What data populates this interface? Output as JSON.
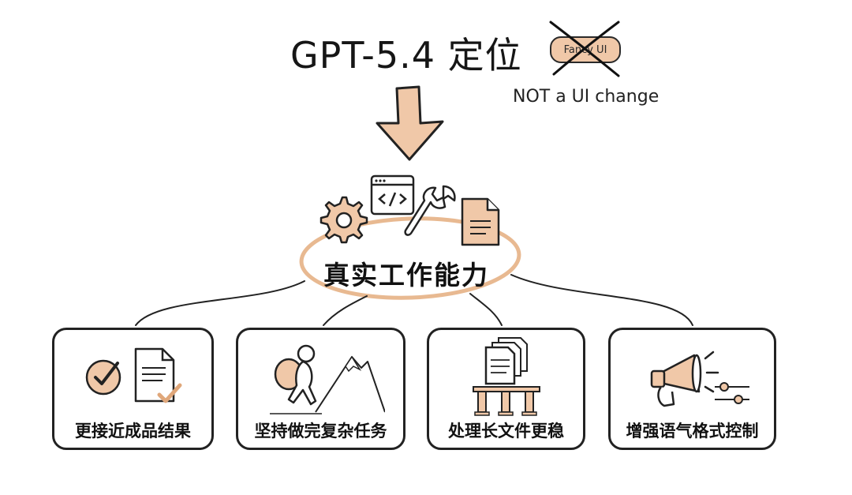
{
  "header": {
    "title": "GPT-5.4 定位",
    "crossed_pill": "Fancy UI",
    "note": "NOT a UI change"
  },
  "core": {
    "label": "真实工作能力",
    "icons": [
      "gear-icon",
      "code-window-icon",
      "wrench-icon",
      "document-icon"
    ]
  },
  "cards": [
    {
      "label": "更接近成品结果",
      "icons": [
        "check-circle-icon",
        "document-check-icon"
      ]
    },
    {
      "label": "坚持做完复杂任务",
      "icons": [
        "hiker-climbing-mountain-icon"
      ]
    },
    {
      "label": "处理长文件更稳",
      "icons": [
        "stacked-documents-icon",
        "pillars-icon"
      ]
    },
    {
      "label": "增强语气格式控制",
      "icons": [
        "megaphone-icon",
        "sliders-icon"
      ]
    }
  ],
  "colors": {
    "accent": "#f0c8a8",
    "accent_dark": "#e5b68f",
    "ink": "#222222"
  }
}
